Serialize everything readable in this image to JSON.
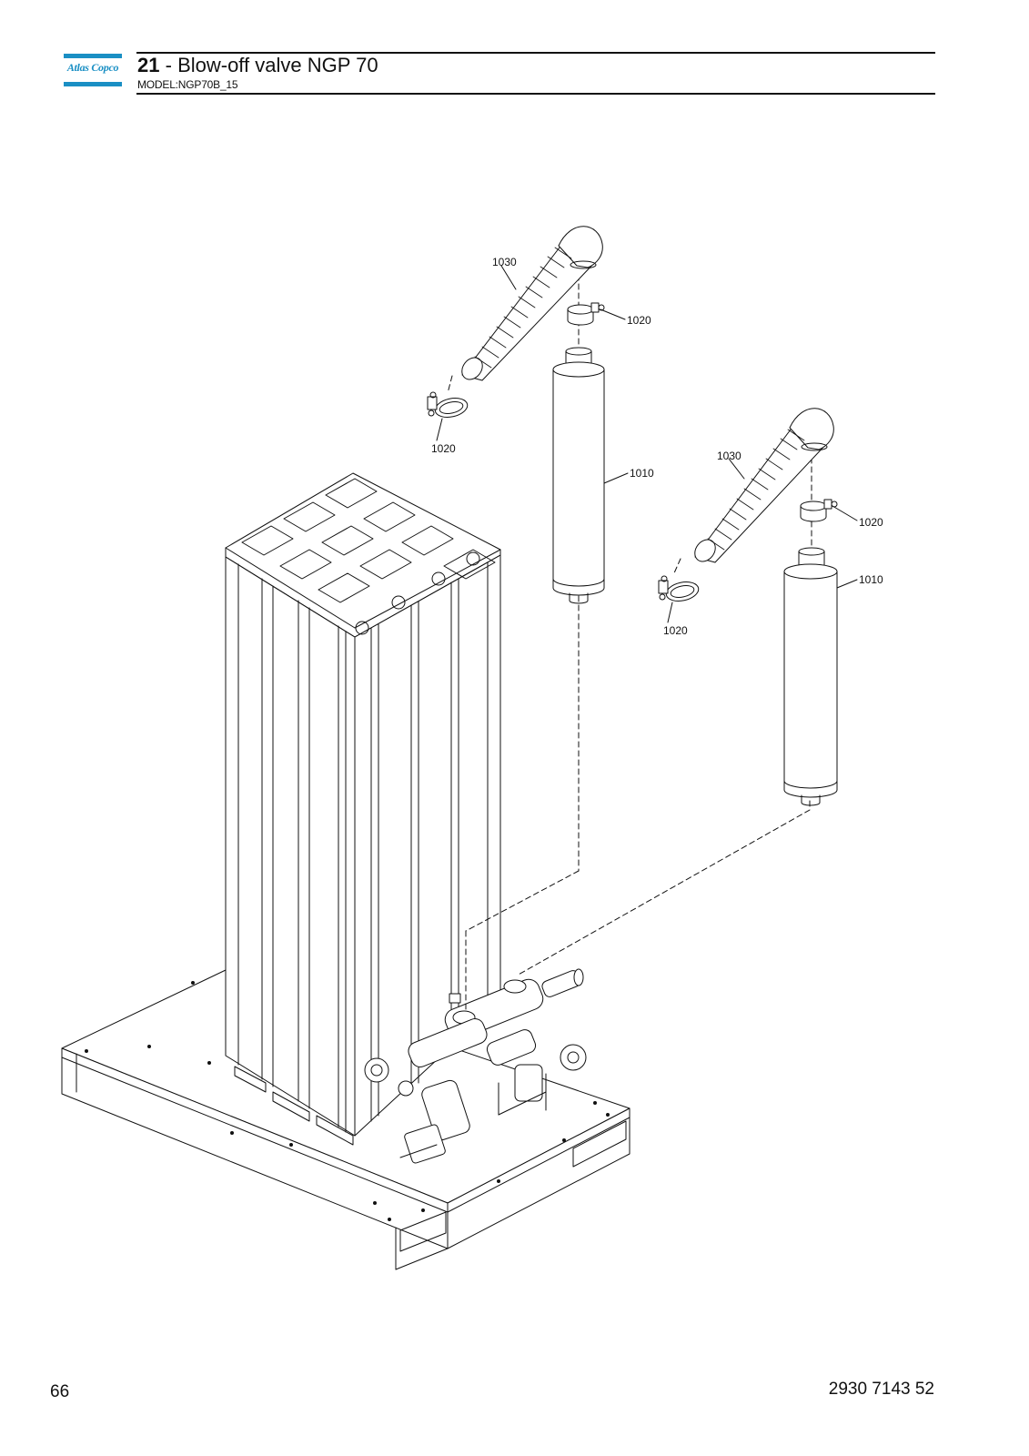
{
  "header": {
    "brand": "Atlas Copco",
    "section_number": "21",
    "section_title": "Blow-off valve NGP 70",
    "model": "MODEL:NGP70B_15"
  },
  "callouts": {
    "hose_left": "1030",
    "clamp_left_upper": "1020",
    "clamp_left_lower": "1020",
    "silencer_left": "1010",
    "hose_right": "1030",
    "clamp_right_upper": "1020",
    "clamp_right_lower": "1020",
    "silencer_right": "1010"
  },
  "footer": {
    "page_number": "66",
    "document_number": "2930 7143 52"
  },
  "colors": {
    "brand_blue": "#1a8fc4",
    "line": "#111111"
  }
}
